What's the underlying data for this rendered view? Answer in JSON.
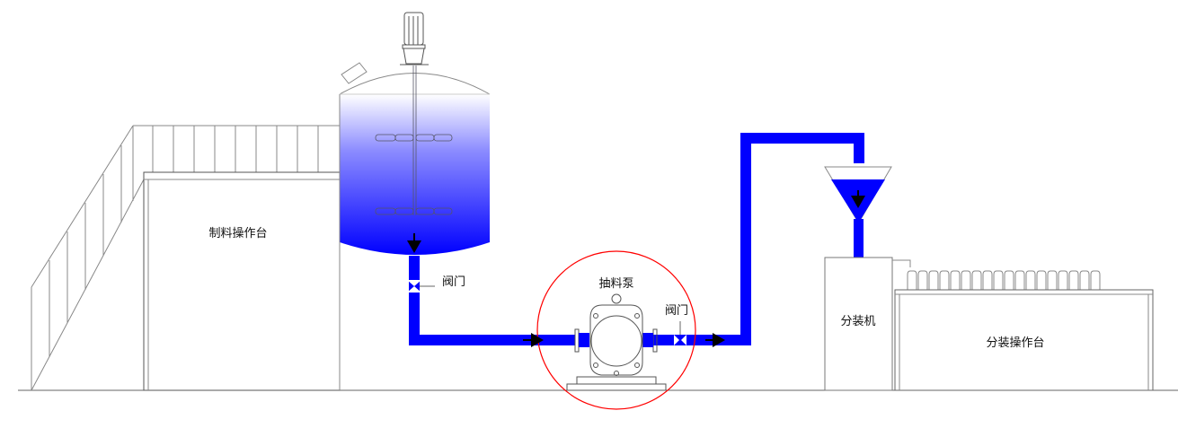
{
  "title": "Production line diagram",
  "labels": {
    "prep_platform": "制料操作台",
    "valve_1": "阀门",
    "pump": "抽料泵",
    "valve_2": "阀门",
    "filler": "分装机",
    "filling_platform": "分装操作台"
  },
  "colors": {
    "liquid": "#0000ff",
    "highlight_circle": "#ff0000",
    "arrow": "#000000"
  }
}
